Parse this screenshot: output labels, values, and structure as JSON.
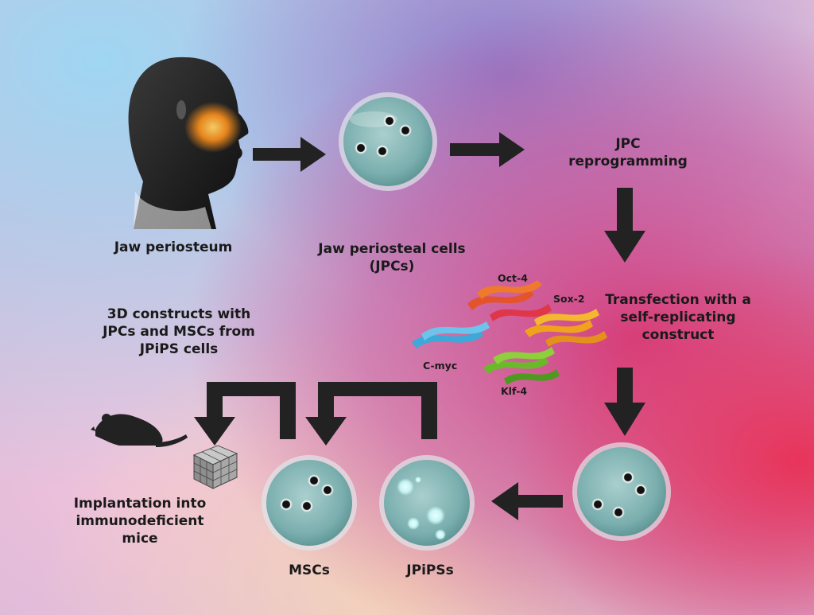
{
  "labels": {
    "jaw_periosteum": "Jaw periosteum",
    "jpc_line1": "Jaw periosteal cells",
    "jpc_line2": "(JPCs)",
    "reprog_line1": "JPC",
    "reprog_line2": "reprogramming",
    "transfect_line1": "Transfection with a",
    "transfect_line2": "self-replicating",
    "transfect_line3": "construct",
    "constructs_line1": "3D constructs with",
    "constructs_line2": "JPCs and MSCs from",
    "constructs_line3": "JPiPS cells",
    "implant_line1": "Implantation into",
    "implant_line2": "immunodeficient",
    "implant_line3": "mice",
    "mscs": "MSCs",
    "jpipss": "JPiPSs"
  },
  "genes": {
    "oct4": "Oct-4",
    "sox2": "Sox-2",
    "cmyc": "C-myc",
    "klf4": "Klf-4"
  },
  "colors": {
    "arrow": "#222222",
    "dish_fill": "#7fb3b3",
    "oct4": "#e4542c",
    "sox2": "#f0a21c",
    "cmyc": "#3ea8d8",
    "klf4": "#6cb82c",
    "face_glow": "#f08a1c"
  },
  "icons": [
    "head-silhouette-icon",
    "petri-dish-icon",
    "dna-ribbon-icon",
    "mouse-icon",
    "scaffold-cube-icon"
  ]
}
